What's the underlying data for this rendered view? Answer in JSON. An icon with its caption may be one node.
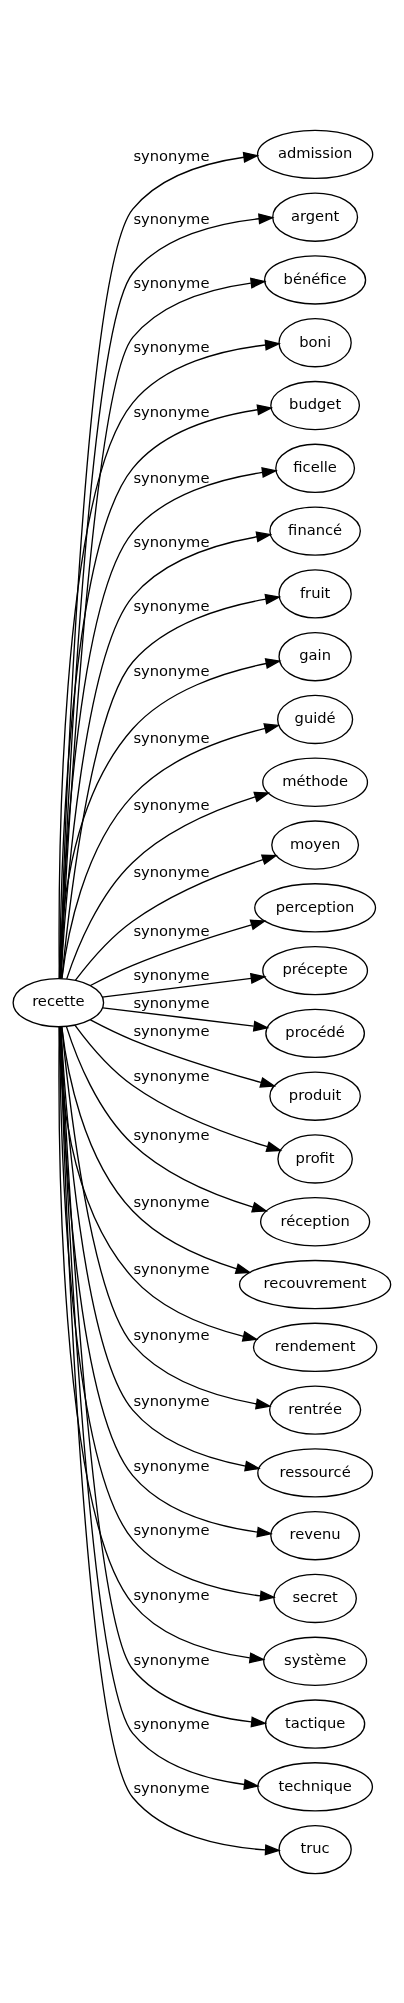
{
  "diagram": {
    "nodes": [
      {
        "text": [
          "recette"
        ]
      },
      {
        "text": [
          "admission"
        ]
      },
      {
        "text": [
          "argent"
        ]
      },
      {
        "text": [
          "bénéfice"
        ]
      },
      {
        "text": [
          "boni"
        ]
      },
      {
        "text": [
          "budget"
        ]
      },
      {
        "text": [
          "ficelle"
        ]
      },
      {
        "text": [
          "financé"
        ]
      },
      {
        "text": [
          "fruit"
        ]
      },
      {
        "text": [
          "gain"
        ]
      },
      {
        "text": [
          "guidé"
        ]
      },
      {
        "text": [
          "méthode"
        ]
      },
      {
        "text": [
          "moyen"
        ]
      },
      {
        "text": [
          "perception"
        ]
      },
      {
        "text": [
          "précepte"
        ]
      },
      {
        "text": [
          "procédé"
        ]
      },
      {
        "text": [
          "produit"
        ]
      },
      {
        "text": [
          "profit"
        ]
      },
      {
        "text": [
          "réception"
        ]
      },
      {
        "text": [
          "recouvrement"
        ]
      },
      {
        "text": [
          "rendement"
        ]
      },
      {
        "text": [
          "rentrée"
        ]
      },
      {
        "text": [
          "ressourcé"
        ]
      },
      {
        "text": [
          "revenu"
        ]
      },
      {
        "text": [
          "secret"
        ]
      },
      {
        "text": [
          "système"
        ]
      },
      {
        "text": [
          "tactique"
        ]
      },
      {
        "text": [
          "technique"
        ]
      },
      {
        "text": [
          "truc"
        ]
      }
    ],
    "edges": [
      {
        "from": 0,
        "to": 1,
        "arrow": "to",
        "label": "synonyme"
      },
      {
        "from": 0,
        "to": 2,
        "arrow": "to",
        "label": "synonyme"
      },
      {
        "from": 0,
        "to": 3,
        "arrow": "to",
        "label": "synonyme"
      },
      {
        "from": 0,
        "to": 4,
        "arrow": "to",
        "label": "synonyme"
      },
      {
        "from": 0,
        "to": 5,
        "arrow": "to",
        "label": "synonyme"
      },
      {
        "from": 0,
        "to": 6,
        "arrow": "to",
        "label": "synonyme"
      },
      {
        "from": 0,
        "to": 7,
        "arrow": "to",
        "label": "synonyme"
      },
      {
        "from": 0,
        "to": 8,
        "arrow": "to",
        "label": "synonyme"
      },
      {
        "from": 0,
        "to": 9,
        "arrow": "to",
        "label": "synonyme"
      },
      {
        "from": 0,
        "to": 10,
        "arrow": "to",
        "label": "synonyme"
      },
      {
        "from": 0,
        "to": 11,
        "arrow": "to",
        "label": "synonyme"
      },
      {
        "from": 0,
        "to": 12,
        "arrow": "to",
        "label": "synonyme"
      },
      {
        "from": 0,
        "to": 13,
        "arrow": "to",
        "label": "synonyme"
      },
      {
        "from": 0,
        "to": 14,
        "arrow": "to",
        "label": "synonyme"
      },
      {
        "from": 0,
        "to": 15,
        "arrow": "to",
        "label": "synonyme"
      },
      {
        "from": 0,
        "to": 16,
        "arrow": "to",
        "label": "synonyme"
      },
      {
        "from": 0,
        "to": 17,
        "arrow": "to",
        "label": "synonyme"
      },
      {
        "from": 0,
        "to": 18,
        "arrow": "to",
        "label": "synonyme"
      },
      {
        "from": 0,
        "to": 19,
        "arrow": "to",
        "label": "synonyme"
      },
      {
        "from": 0,
        "to": 20,
        "arrow": "to",
        "label": "synonyme"
      },
      {
        "from": 0,
        "to": 21,
        "arrow": "to",
        "label": "synonyme"
      },
      {
        "from": 0,
        "to": 22,
        "arrow": "to",
        "label": "synonyme"
      },
      {
        "from": 0,
        "to": 23,
        "arrow": "to",
        "label": "synonyme"
      },
      {
        "from": 0,
        "to": 24,
        "arrow": "to",
        "label": "synonyme"
      },
      {
        "from": 0,
        "to": 25,
        "arrow": "to",
        "label": "synonyme"
      },
      {
        "from": 0,
        "to": 26,
        "arrow": "to",
        "label": "synonyme"
      },
      {
        "from": 0,
        "to": 27,
        "arrow": "to",
        "label": "synonyme"
      },
      {
        "from": 0,
        "to": 28,
        "arrow": "to",
        "label": "synonyme"
      }
    ]
  }
}
